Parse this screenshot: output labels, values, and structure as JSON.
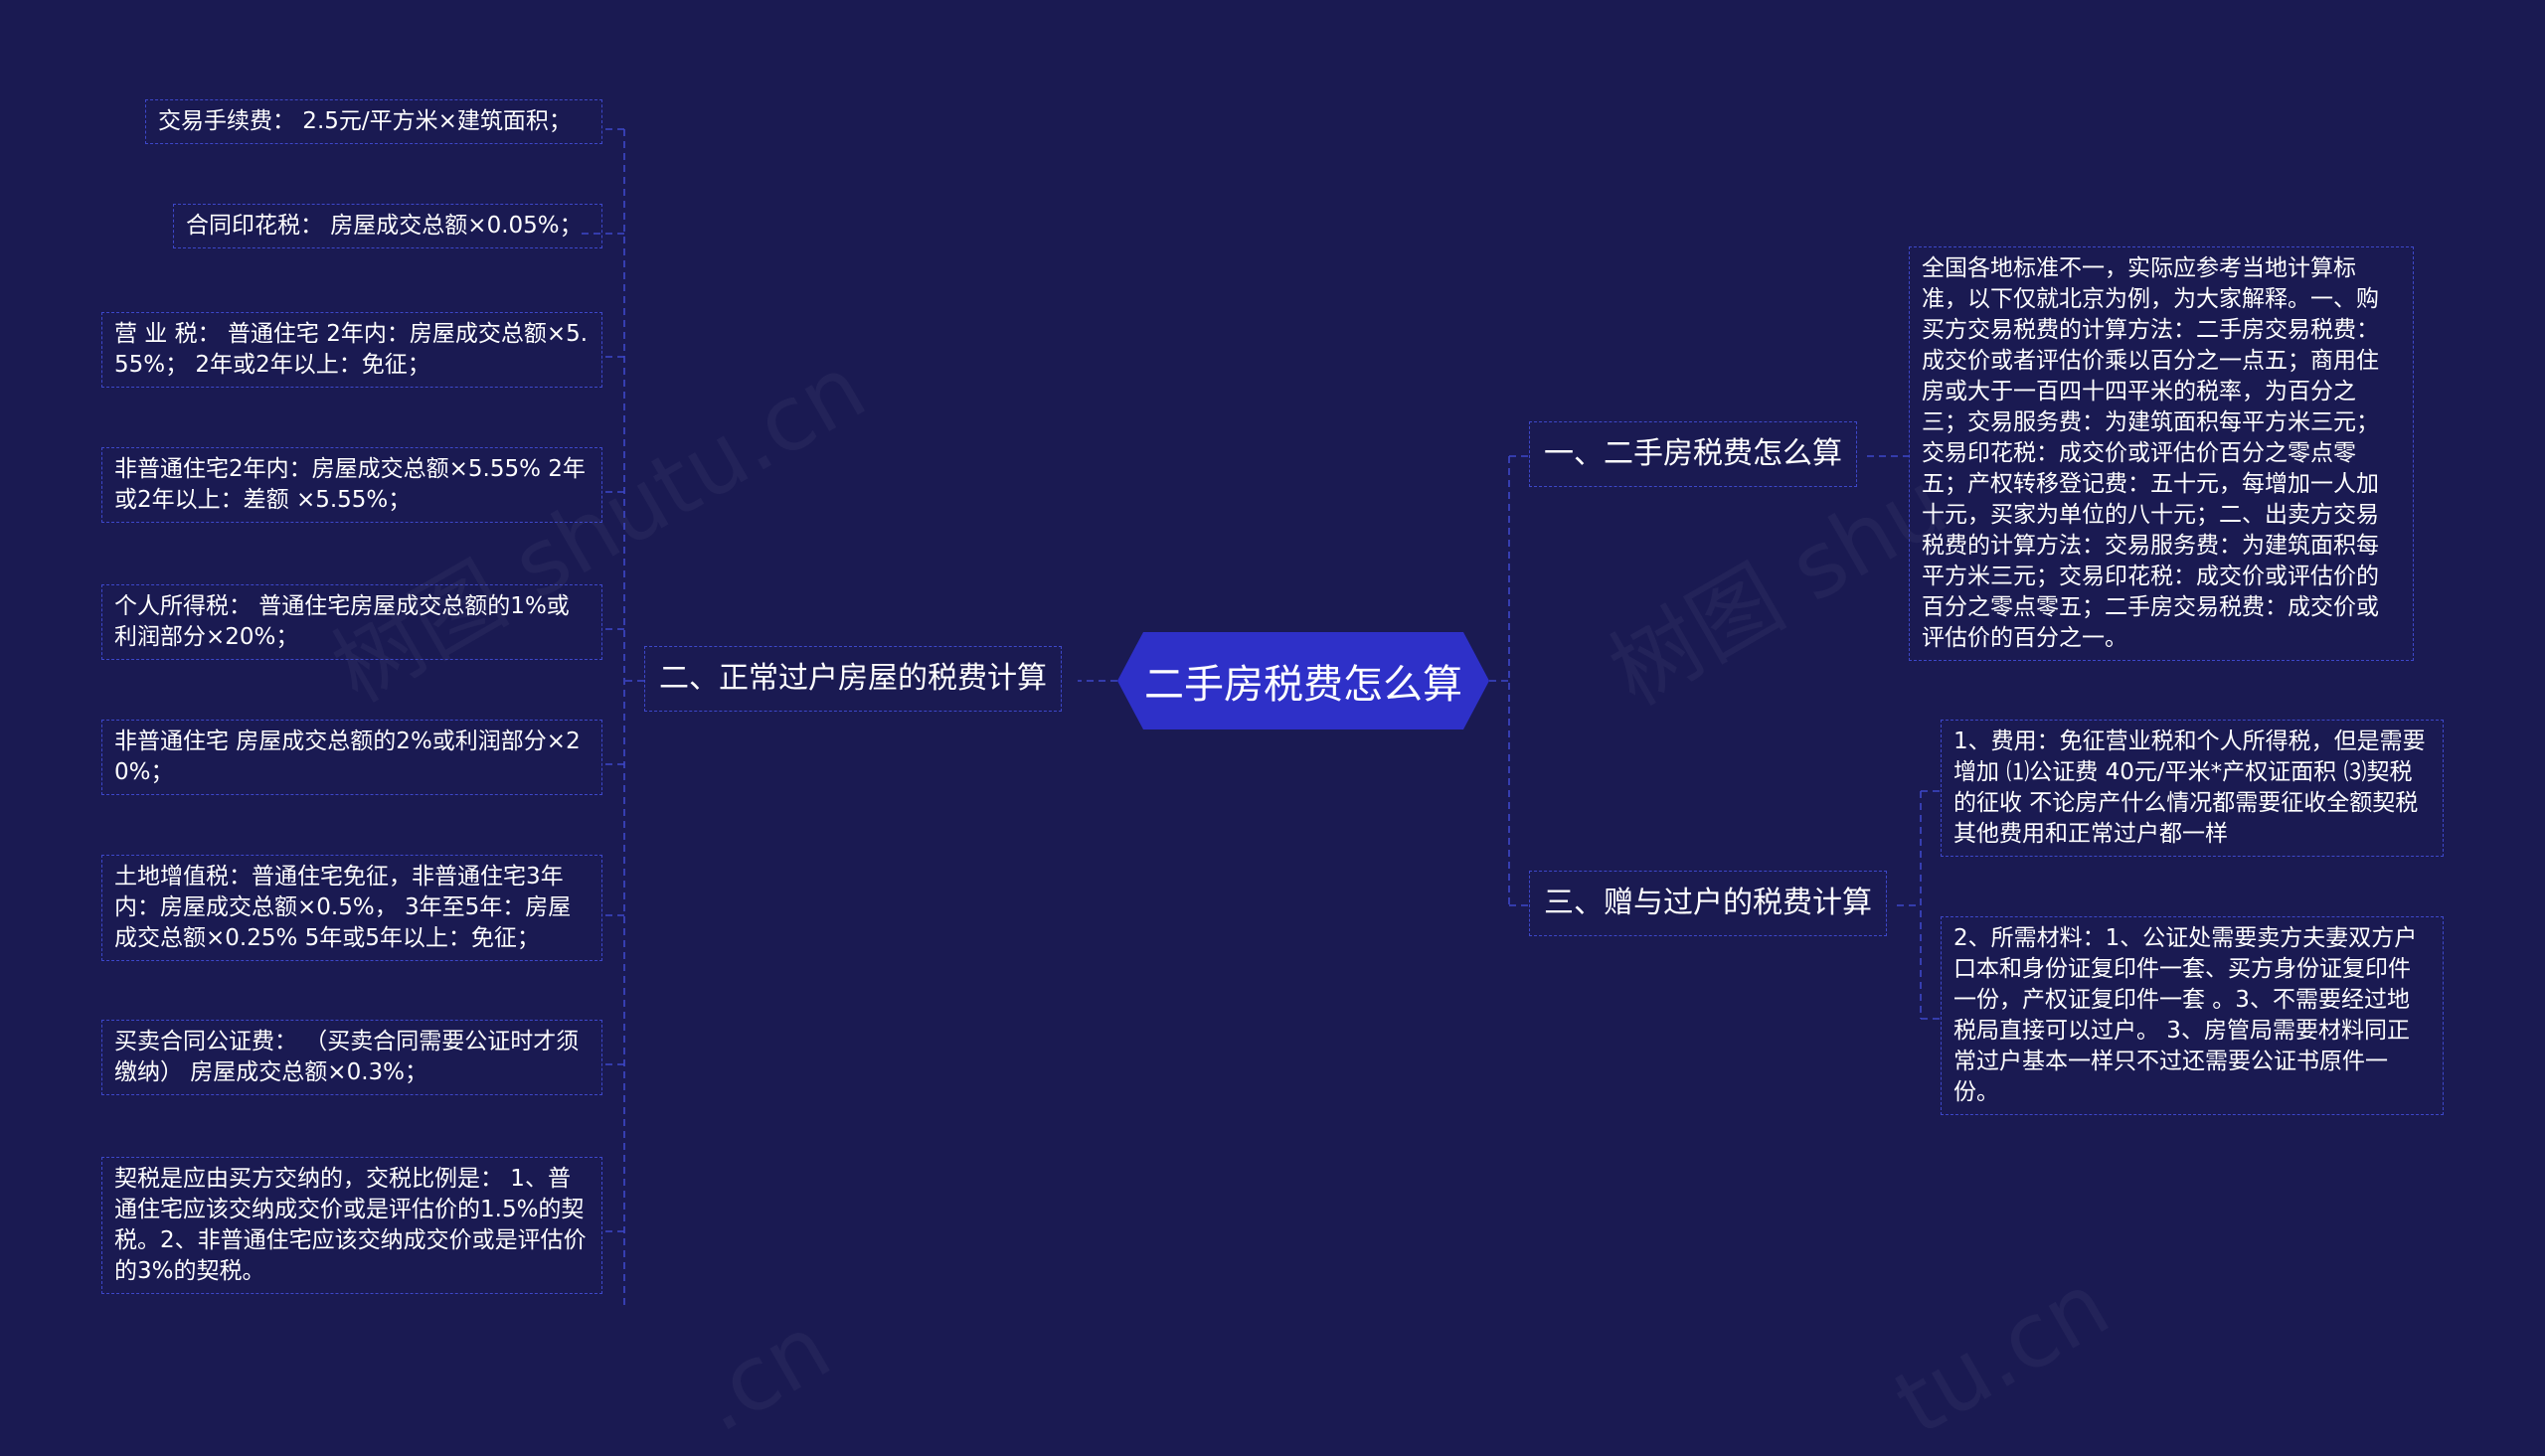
{
  "root": "二手房税费怎么算",
  "branches": {
    "b1": {
      "label": "一、二手房税费怎么算",
      "leaves": [
        "全国各地标准不一，实际应参考当地计算标准，以下仅就北京为例，为大家解释。一、购买方交易税费的计算方法：二手房交易税费：成交价或者评估价乘以百分之一点五；商用住房或大于一百四十四平米的税率，为百分之三；交易服务费：为建筑面积每平方米三元；交易印花税：成交价或评估价百分之零点零五；产权转移登记费：五十元，每增加一人加十元，买家为单位的八十元；二、出卖方交易税费的计算方法：交易服务费：为建筑面积每平方米三元；交易印花税：成交价或评估价的百分之零点零五；二手房交易税费：成交价或评估价的百分之一。"
      ]
    },
    "b2": {
      "label": "二、正常过户房屋的税费计算",
      "leaves": [
        "交易手续费： 2.5元/平方米×建筑面积；",
        "合同印花税： 房屋成交总额×0.05%；",
        "营 业 税： 普通住宅 2年内：房屋成交总额×5.55%； 2年或2年以上：免征；",
        "非普通住宅2年内：房屋成交总额×5.55% 2年或2年以上：差额 ×5.55%；",
        "个人所得税： 普通住宅房屋成交总额的1%或利润部分×20%；",
        "非普通住宅 房屋成交总额的2%或利润部分×20%；",
        "土地增值税：普通住宅免征，非普通住宅3年内：房屋成交总额×0.5%， 3年至5年：房屋成交总额×0.25% 5年或5年以上：免征；",
        "买卖合同公证费： （买卖合同需要公证时才须缴纳） 房屋成交总额×0.3%；",
        "契税是应由买方交纳的，交税比例是： 1、普通住宅应该交纳成交价或是评估价的1.5%的契税。2、非普通住宅应该交纳成交价或是评估价的3%的契税。"
      ]
    },
    "b3": {
      "label": "三、赠与过户的税费计算",
      "leaves": [
        "1、费用：免征营业税和个人所得税，但是需要增加 ⑴公证费 40元/平米*产权证面积 ⑶契税的征收 不论房产什么情况都需要征收全额契税 其他费用和正常过户都一样",
        "2、所需材料：1、公证处需要卖方夫妻双方户口本和身份证复印件一套、买方身份证复印件一份，产权证复印件一套 。3、不需要经过地税局直接可以过户。 3、房管局需要材料同正常过户基本一样只不过还需要公证书原件一份。"
      ]
    }
  },
  "watermark": [
    "树图 shutu.cn",
    "树图 shu",
    ".cn",
    "tu.cn"
  ],
  "colors": {
    "background": "#1a1a52",
    "root_fill": "#2e30c8",
    "connector": "#3d47c9",
    "text": "#ffffff"
  }
}
